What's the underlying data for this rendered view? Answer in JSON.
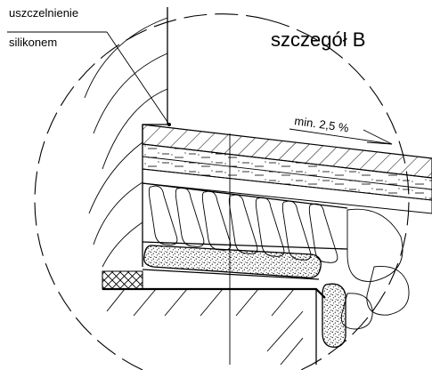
{
  "title": "szczegół B",
  "callout": {
    "line1": "uszczelnienie",
    "line2": "silikonem"
  },
  "slope": {
    "label": "min. 2,5 %"
  }
}
